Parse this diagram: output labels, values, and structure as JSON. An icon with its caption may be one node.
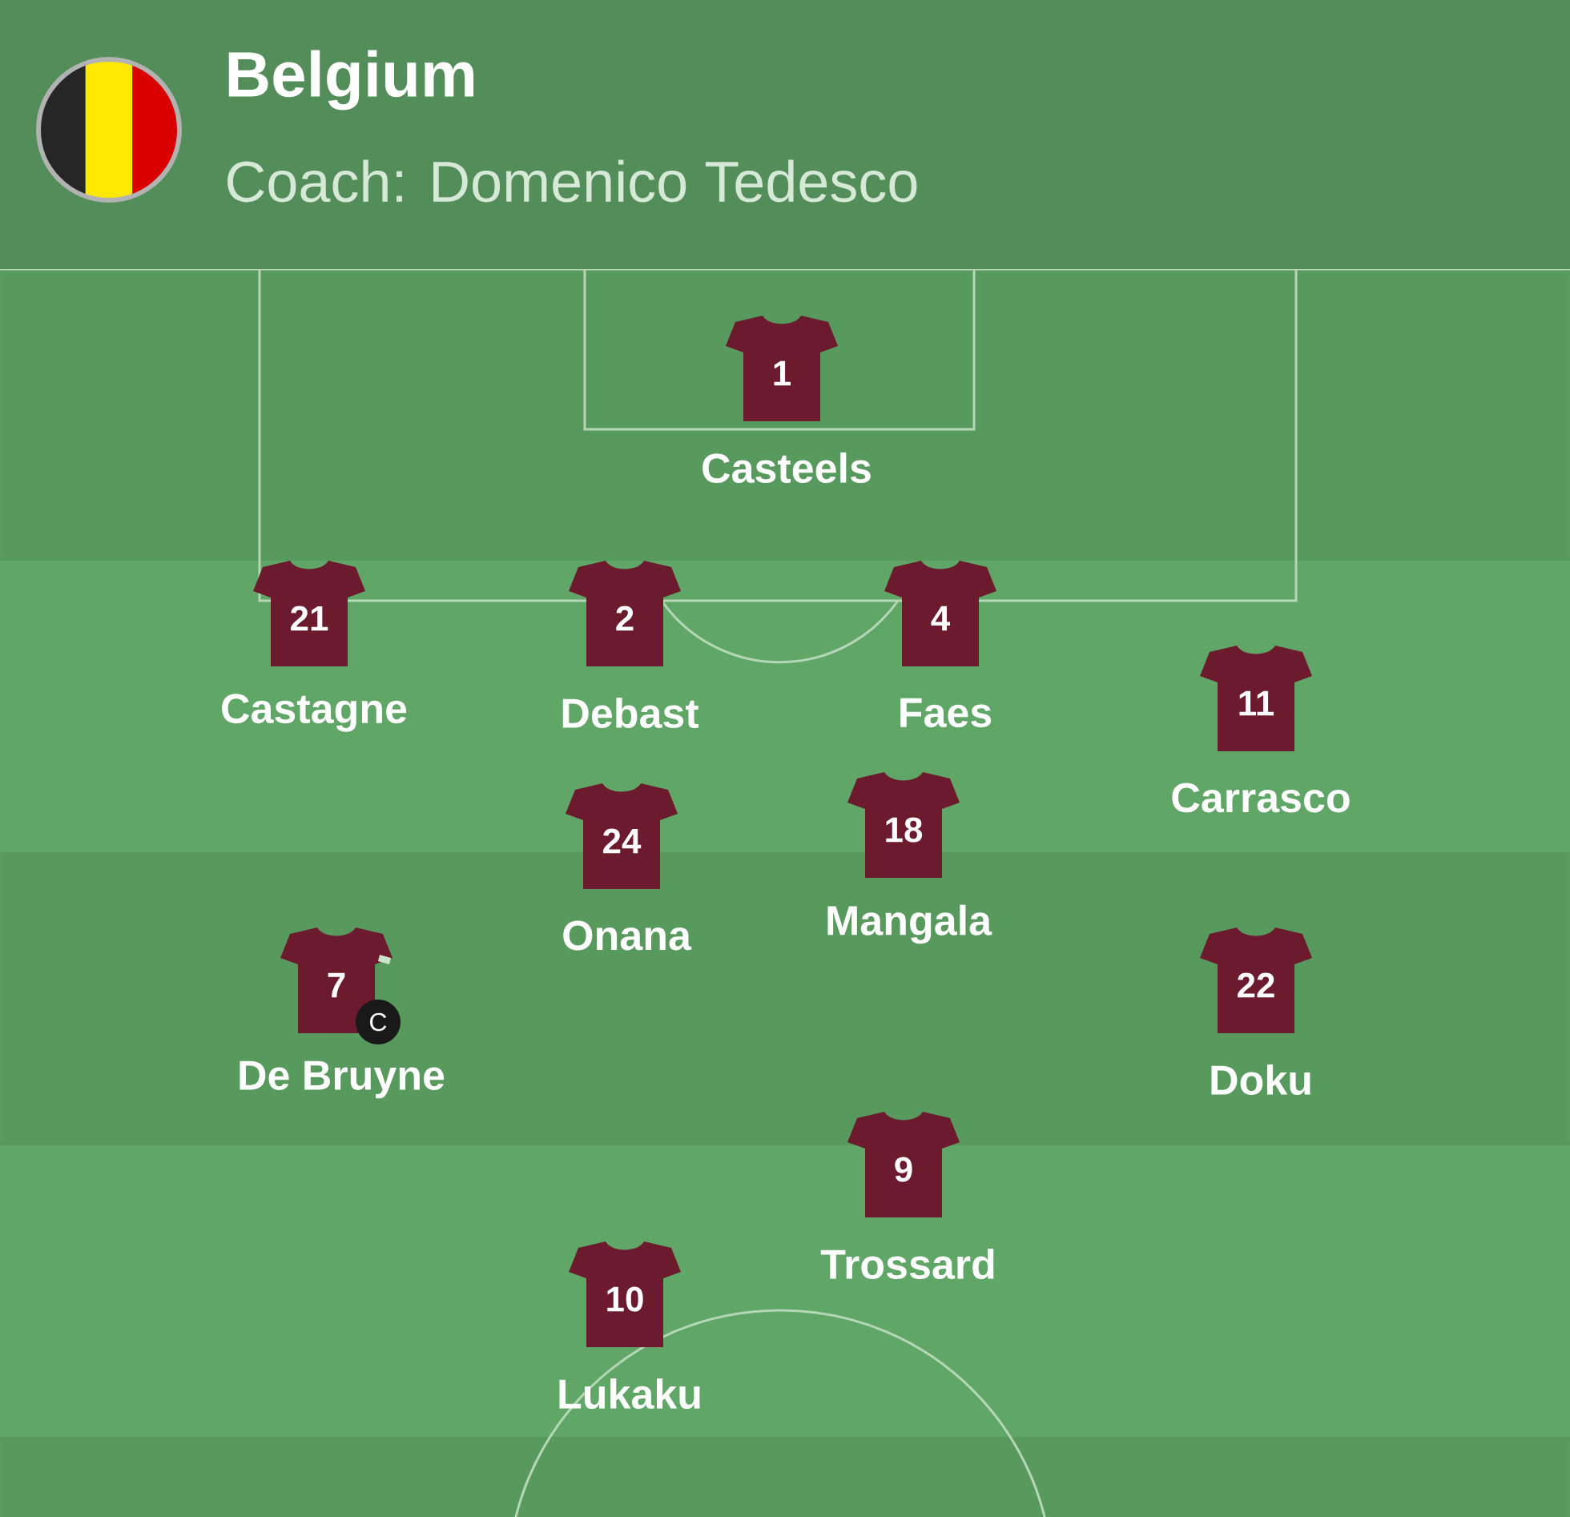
{
  "diagram": {
    "title": "Belgium",
    "nodes": [
      {
        "text": [
          "1"
        ],
        "beside": [
          "Casteels"
        ]
      },
      {
        "text": [
          "21"
        ],
        "beside": [
          "Castagne"
        ]
      },
      {
        "text": [
          "2"
        ],
        "beside": [
          "Debast"
        ]
      },
      {
        "text": [
          "4"
        ],
        "beside": [
          "Faes"
        ]
      },
      {
        "text": [
          "11"
        ],
        "beside": [
          "Carrasco"
        ]
      },
      {
        "text": [
          "24"
        ],
        "beside": [
          "Onana"
        ]
      },
      {
        "text": [
          "18"
        ],
        "beside": [
          "Mangala"
        ]
      },
      {
        "text": [
          "7"
        ],
        "beside": [
          "De Bruyne"
        ]
      },
      {
        "text": [
          "22"
        ],
        "beside": [
          "Doku"
        ]
      },
      {
        "text": [
          "9"
        ],
        "beside": [
          "Trossard"
        ]
      },
      {
        "text": [
          "10"
        ],
        "beside": [
          "Lukaku"
        ]
      },
      {
        "text": [
          "C"
        ]
      }
    ],
    "labels": [
      "Coach: Domenico Tedesco"
    ]
  }
}
